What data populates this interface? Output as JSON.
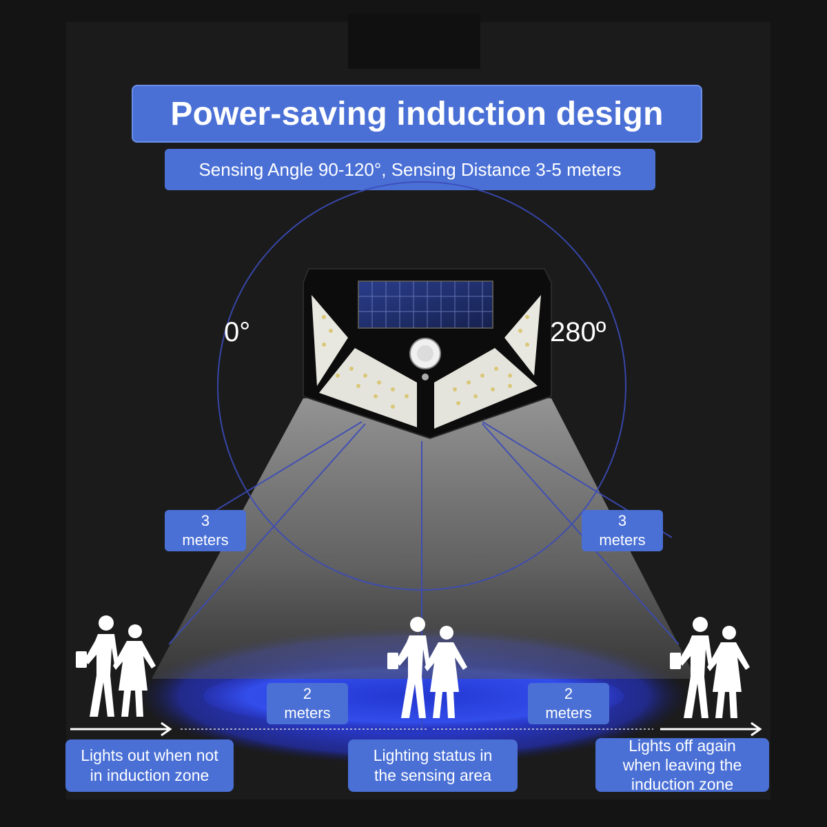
{
  "title": "Power-saving induction design",
  "subtitle": "Sensing Angle 90-120°, Sensing Distance 3-5 meters",
  "angles": {
    "left": "0°",
    "right": "280º"
  },
  "distance_labels": {
    "left_upper": {
      "value": "3",
      "unit": "meters"
    },
    "right_upper": {
      "value": "3",
      "unit": "meters"
    },
    "left_lower": {
      "value": "2",
      "unit": "meters"
    },
    "right_lower": {
      "value": "2",
      "unit": "meters"
    }
  },
  "captions": {
    "left": "Lights out when not\nin induction zone",
    "center": "Lighting status in\nthe sensing area",
    "right": "Lights off again\nwhen leaving the\ninduction zone"
  },
  "icons": [
    "solar-light-icon",
    "walking-people-icon",
    "arrow-right-icon"
  ],
  "colors": {
    "accent": "#4a70d6",
    "background": "#1b1b1b",
    "glow": "#2a2fd8"
  }
}
